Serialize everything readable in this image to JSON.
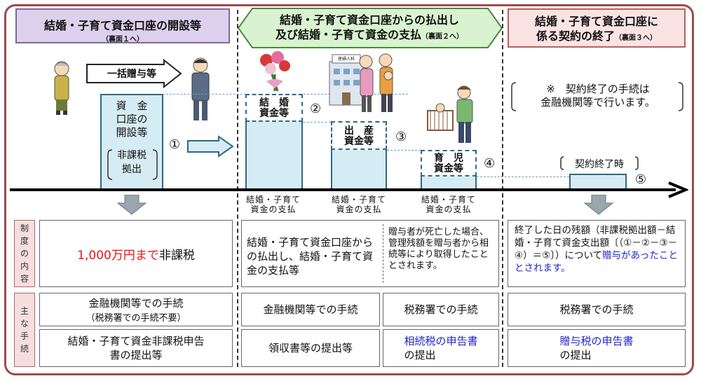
{
  "header": {
    "section1_title": "結婚・子育て資金口座の開設等",
    "section1_ref": "（裏面１へ）",
    "section2_line1": "結婚・子育て資金口座からの払出し",
    "section2_line2": "及び結婚・子育て資金の支払",
    "section2_ref": "（裏面２へ）",
    "section3_line1": "結婚・子育て資金口座に",
    "section3_line2": "係る契約の終了",
    "section3_ref": "（裏面３へ）"
  },
  "diagram": {
    "lump_sum_gift": "一括贈与等",
    "account_open_l1": "資　金",
    "account_open_l2": "口座の",
    "account_open_l3": "開設等",
    "non_taxable_l1": "非課税",
    "non_taxable_l2": "拠出",
    "step1": "①",
    "marriage_l1": "結　婚",
    "marriage_l2": "資金等",
    "step2": "②",
    "birth_l1": "出　産",
    "birth_l2": "資金等",
    "step3": "③",
    "childcare_l1": "育　児",
    "childcare_l2": "資金等",
    "step4": "④",
    "note_l1": "※　契約終了の手続は",
    "note_l2": "金融機関等で行います。",
    "contract_end": "契約終了時",
    "step5": "⑤",
    "payment_label_l1": "結婚・子育て",
    "payment_label_l2": "資金の支払",
    "hospital_sign": "産婦人科"
  },
  "table": {
    "row1_label": "制度の内容",
    "row2_label": "主な手続",
    "c1_red": "1,000万円まで",
    "c1_black": "非課税",
    "c2": "結婚・子育て資金口座からの払出し、結婚・子育て資金の支払等",
    "c3": "贈与者が死亡した場合、管理残額を贈与者から相続等により取得したこととされます。",
    "c4_black": "終了した日の残額（非課税拠出額－結婚・子育て資金支出額〔（①－②－③－④）＝⑤〕）について",
    "c4_blue": "贈与があったこととされます。",
    "p1_l1": "金融機関等での手続",
    "p1_l2": "（税務署での手続不要）",
    "p2": "金融機関等での手続",
    "p3": "税務署での手続",
    "p4": "税務署での手続",
    "q1": "結婚・子育て資金非課税申告書の提出等",
    "q2": "領収書等の提出等",
    "q3_blue": "相続税の申告書",
    "q3_black": "の提出",
    "q4_blue": "贈与税の申告書",
    "q4_black": "の提出"
  },
  "colors": {
    "frame": "#9e4a4a",
    "header1_bg": "#ddd0ec",
    "header2_bg": "#d9f3d0",
    "header3_bg": "#fbe3e3",
    "bar_fill": "#d6ecf4",
    "accent_red": "#ee1111",
    "accent_blue": "#2222cc"
  }
}
